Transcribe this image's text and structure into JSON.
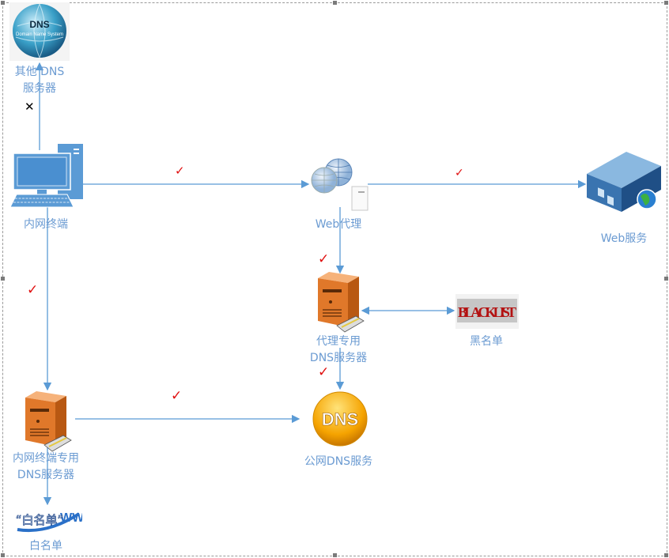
{
  "nodes": {
    "other_dns": {
      "label_line1": "其他 DNS",
      "label_line2": "服务器",
      "logo_text": "DNS",
      "logo_subtext": "Domain Name System"
    },
    "terminal": {
      "label": "内网终端"
    },
    "web_proxy": {
      "label": "Web代理"
    },
    "web_service": {
      "label": "Web服务"
    },
    "proxy_dns": {
      "label_line1": "代理专用",
      "label_line2": "DNS服务器"
    },
    "blacklist": {
      "label": "黑名单",
      "logo_text": "BLACKLIST"
    },
    "public_dns": {
      "label": "公网DNS服务",
      "logo_text": "DNS"
    },
    "terminal_dns": {
      "label_line1": "内网终端专用",
      "label_line2": "DNS服务器"
    },
    "whitelist": {
      "label": "白名单",
      "logo_text": "“白名单”"
    }
  },
  "marks": {
    "allowed": "✓",
    "blocked": "✕"
  },
  "colors": {
    "line": "#5b9bd5",
    "label": "#6b9bd2",
    "allowed": "#e01010",
    "blocked": "#000000",
    "server": "#e0782a"
  }
}
